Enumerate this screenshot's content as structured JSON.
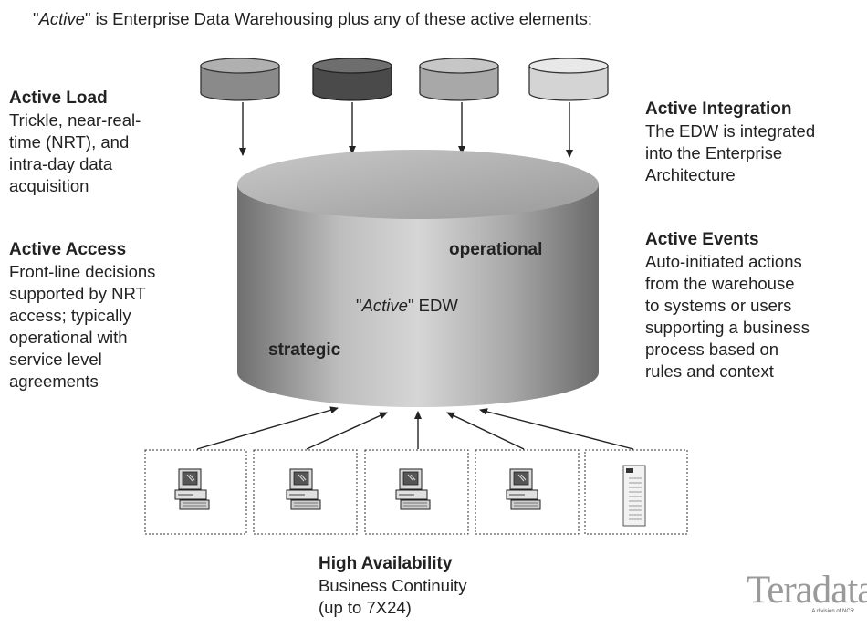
{
  "header": {
    "quote_open": "\"",
    "active_word": "Active",
    "rest": "\" is Enterprise Data Warehousing plus any of these active elements:"
  },
  "blocks": {
    "active_load": {
      "title": "Active Load",
      "body": "Trickle, near-real-\ntime (NRT), and\nintra-day data\nacquisition"
    },
    "active_access": {
      "title": "Active Access",
      "body": "Front-line decisions\nsupported by NRT\naccess; typically\noperational with\nservice level\nagreements"
    },
    "active_integration": {
      "title": "Active Integration",
      "body": "The EDW is integrated\ninto the Enterprise\nArchitecture"
    },
    "active_events": {
      "title": "Active Events",
      "body": "Auto-initiated actions\nfrom the warehouse\nto systems or users\nsupporting a business\nprocess based on\nrules and context"
    },
    "high_availability": {
      "title": "High Availability",
      "body": "Business Continuity\n(up to 7X24)"
    }
  },
  "cylinder": {
    "operational": "operational",
    "strategic": "strategic",
    "center_open": "\"",
    "center_active": "Active",
    "center_rest": "\" EDW"
  },
  "source_colors": [
    "#8a8a8a",
    "#4a4a4a",
    "#a8a8a8",
    "#d4d4d4"
  ],
  "clients": [
    "workstation-icon",
    "workstation-icon",
    "workstation-icon",
    "workstation-icon",
    "server-tower-icon"
  ],
  "logo": {
    "name": "Teradata",
    "tagline": "A division of NCR"
  }
}
